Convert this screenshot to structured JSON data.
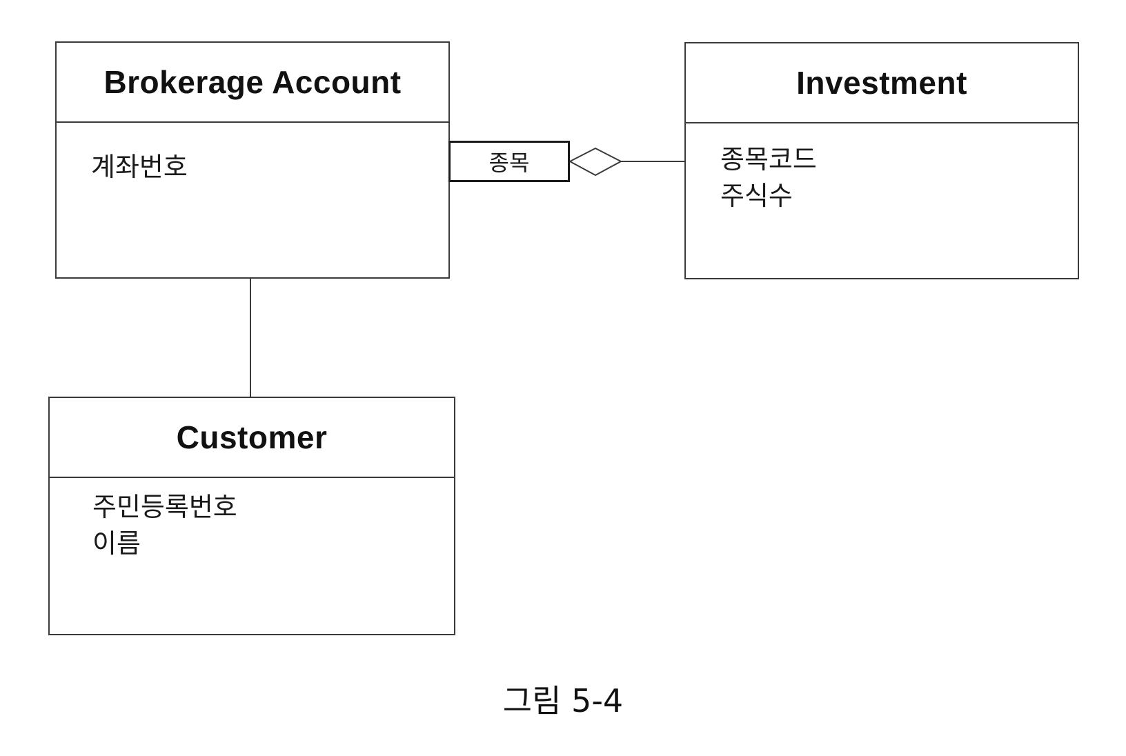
{
  "classes": {
    "brokerage_account": {
      "name": "Brokerage Account",
      "attributes": [
        "계좌번호"
      ]
    },
    "investment": {
      "name": "Investment",
      "attributes": [
        "종목코드",
        "주식수"
      ]
    },
    "customer": {
      "name": "Customer",
      "attributes": [
        "주민등록번호",
        "이름"
      ]
    }
  },
  "associations": {
    "account_investment": {
      "qualifier": "종목",
      "type": "aggregation"
    },
    "account_customer": {
      "type": "association"
    }
  },
  "caption": "그림 5-4",
  "colors": {
    "line": "#3a3a3a",
    "text": "#111111",
    "background": "#ffffff"
  }
}
